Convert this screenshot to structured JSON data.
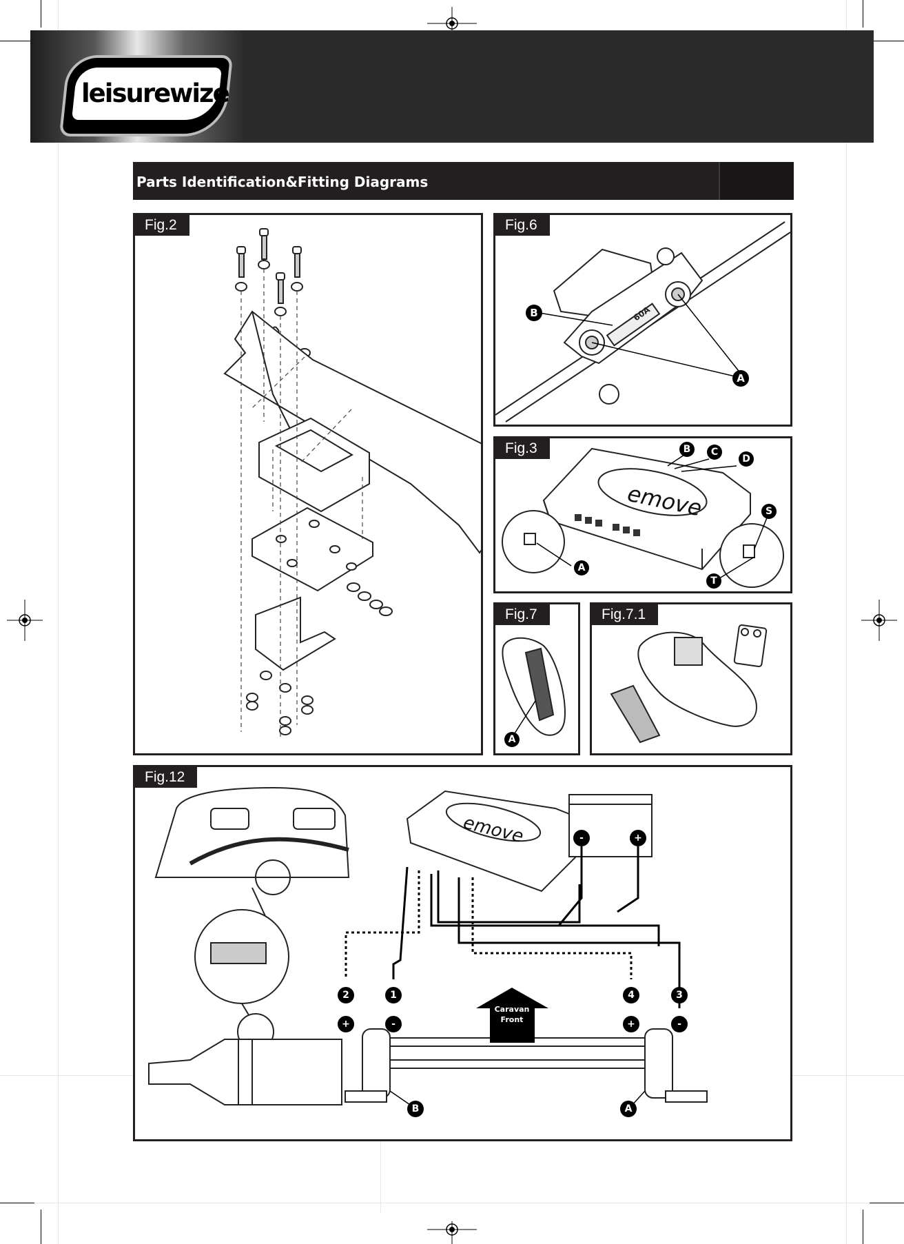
{
  "header": {
    "brand": "leisurewize",
    "brand_colors": {
      "band": "#2b2b2b",
      "logo_gradient_light": "#e8e8e8"
    }
  },
  "section": {
    "title": "Parts Identification&Fitting Diagrams"
  },
  "figures": {
    "fig2": {
      "label": "Fig.2"
    },
    "fig6": {
      "label": "Fig.6",
      "callouts": [
        "B",
        "A"
      ],
      "fuse_text": "60A"
    },
    "fig3": {
      "label": "Fig.3",
      "callouts": [
        "B",
        "C",
        "D",
        "S",
        "A",
        "T"
      ],
      "device_logo": "emove"
    },
    "fig7": {
      "label": "Fig.7",
      "callouts": [
        "A"
      ]
    },
    "fig71": {
      "label": "Fig.7.1"
    },
    "fig12": {
      "label": "Fig.12",
      "device_logo": "emove",
      "battery_terminals": [
        "-",
        "+"
      ],
      "wire_numbers": [
        "2",
        "1",
        "4",
        "3"
      ],
      "wire_polarities": [
        "+",
        "-",
        "+",
        "-"
      ],
      "arrow_text_line1": "Caravan",
      "arrow_text_line2": "Front",
      "motor_labels": [
        "B",
        "A"
      ]
    }
  }
}
